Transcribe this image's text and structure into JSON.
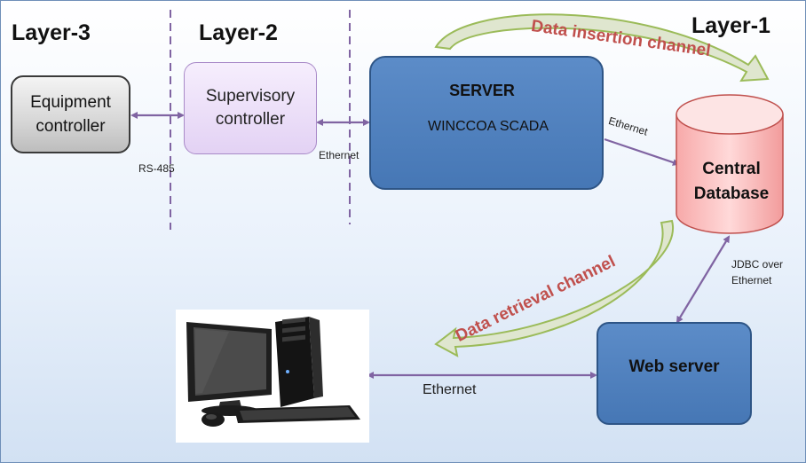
{
  "layers": {
    "layer3": "Layer-3",
    "layer2": "Layer-2",
    "layer1": "Layer-1"
  },
  "nodes": {
    "equipment_controller": "Equipment\ncontroller",
    "supervisory_controller": "Supervisory\ncontroller",
    "server_title": "SERVER",
    "server_subtitle": "WINCCOA SCADA",
    "central_database": "Central\nDatabase",
    "web_server": "Web server"
  },
  "links": {
    "rs485": "RS-485",
    "ethernet_supervisory_server": "Ethernet",
    "ethernet_server_db": "Ethernet",
    "jdbc": "JDBC over\nEthernet",
    "ethernet_pc_webserver": "Ethernet"
  },
  "channels": {
    "insertion": "Data insertion channel",
    "retrieval": "Data retrieval channel"
  },
  "colors": {
    "connector": "#8064a2",
    "channel_text": "#c0504d",
    "channel_arrow": "#9bbb59",
    "server_fill": "#4f81bd",
    "database_fill": "#f4b6b6"
  }
}
